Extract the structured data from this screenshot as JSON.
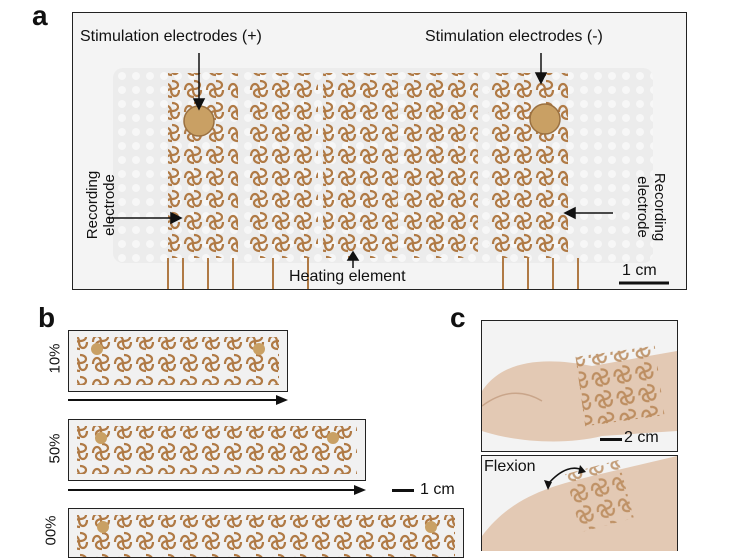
{
  "panels": {
    "a": {
      "letter": "a",
      "stim_pos_label": "Stimulation electrodes (+)",
      "stim_neg_label": "Stimulation electrodes (-)",
      "recording_left_line1": "Recording",
      "recording_left_line2": "electrode",
      "recording_right_line1": "Recording",
      "recording_right_line2": "electrode",
      "heating_label": "Heating element",
      "scale_label": "1 cm"
    },
    "b": {
      "letter": "b",
      "strain_levels": [
        "10%",
        "50%",
        "00%"
      ],
      "scale_label": "1 cm"
    },
    "c": {
      "letter": "c",
      "scale_label": "2 cm",
      "flexion_label": "Flexion"
    }
  },
  "colors": {
    "electrode": "#b07a45",
    "substrate": "#ececec",
    "skin": "#e3c9b4"
  }
}
